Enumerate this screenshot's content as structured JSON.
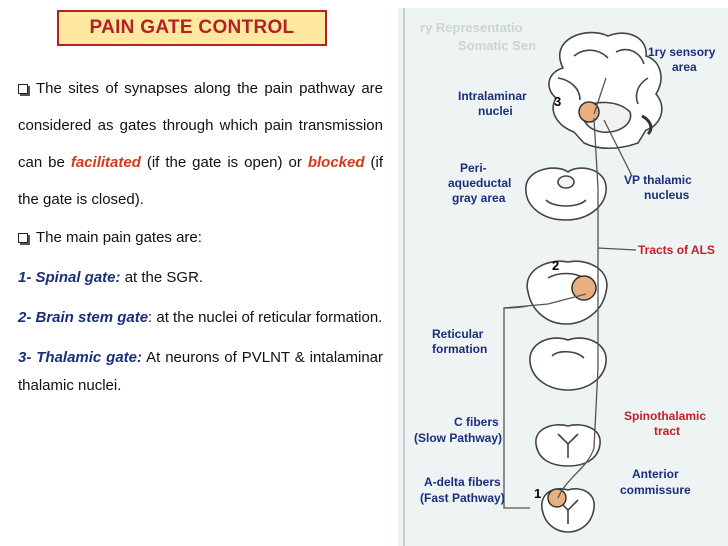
{
  "title": "PAIN GATE CONTROL",
  "intro": {
    "p1": "The sites of synapses along the pain pathway are considered as gates through which pain transmission can be ",
    "facilitated": "facilitated",
    "p2": " (if the gate is open) or ",
    "blocked": "blocked",
    "p3": " (if the gate is closed)."
  },
  "main_gates_heading": "The main pain gates are:",
  "gates": [
    {
      "label": "1- Spinal gate:",
      "text": " at the SGR."
    },
    {
      "label": "2- Brain stem gate",
      "text": ": at the nuclei of reticular formation."
    },
    {
      "label": "3- Thalamic gate:",
      "text": " At neurons of PVLNT & intalaminar thalamic nuclei."
    }
  ],
  "diagram": {
    "labels": {
      "sensory_area": "1ry sensory area",
      "intralaminar": "Intralaminar nuclei",
      "vp_thalamic": "VP thalamic nucleus",
      "periaqueductal": "Peri- aqueductal gray area",
      "tracts_als": "Tracts of ALS",
      "reticular": "Reticular formation",
      "c_fibers": "C fibers",
      "slow": "(Slow Pathway)",
      "spinothalamic": "Spinothalamic tract",
      "a_delta": "A-delta fibers",
      "fast": "(Fast Pathway)",
      "anterior": "Anterior commissure"
    },
    "gate_numbers": [
      "1",
      "2",
      "3"
    ]
  },
  "colors": {
    "title_text": "#b22222",
    "title_bg": "#ffe9a0",
    "emphasis_red": "#d33a1a",
    "gate_label_blue": "#1b2e7a",
    "diagram_label_navy": "#1b2e7a",
    "diagram_label_red": "#c0202a",
    "gate_circle": "#f0b080"
  }
}
